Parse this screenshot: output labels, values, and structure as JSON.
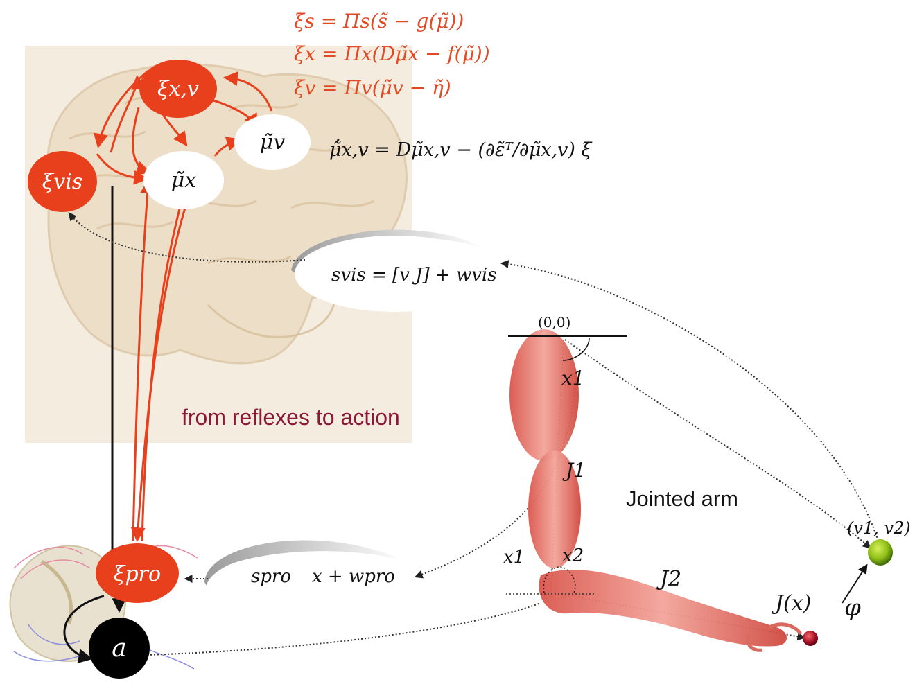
{
  "equations": {
    "xi_s": "ξs = Πs(s̃ − g(μ̃))",
    "xi_x": "ξx = Πx(Dμ̃x − f(μ̃))",
    "xi_v": "ξv = Πv(μ̃v − η̃)",
    "mu_dot": "μ̃̇x,v = Dμ̃x,v − (∂ε̃ᵀ/∂μ̃x,v) ξ",
    "s_vis": "svis = [v J] + wvis",
    "s_pro": "spro",
    "s_pro_rhs": "x + wpro"
  },
  "nodes": {
    "xi_xv": "ξx,v",
    "xi_vis": "ξvis",
    "mu_x": "μ̃x",
    "mu_v": "μ̃v",
    "xi_pro": "ξpro",
    "action": "a"
  },
  "labels": {
    "caption": "from reflexes to action",
    "arm_title": "Jointed arm",
    "origin": "(0,0)",
    "x1_top": "x1",
    "J1": "J1",
    "x1_elbow": "x1",
    "x2": "x2",
    "J2": "J2",
    "Jx": "J(x)",
    "phi": "φ",
    "target": "(v1, v2)"
  },
  "colors": {
    "error_red": "#e8401c",
    "equation_red": "#e14a24",
    "caption_maroon": "#8b1a3a",
    "brain_bg": "#f3ebdc",
    "arm_muscle": "#e9867e",
    "target_green": "#8fbf18",
    "hand_dot": "#b0142a",
    "action_black": "#000000"
  }
}
